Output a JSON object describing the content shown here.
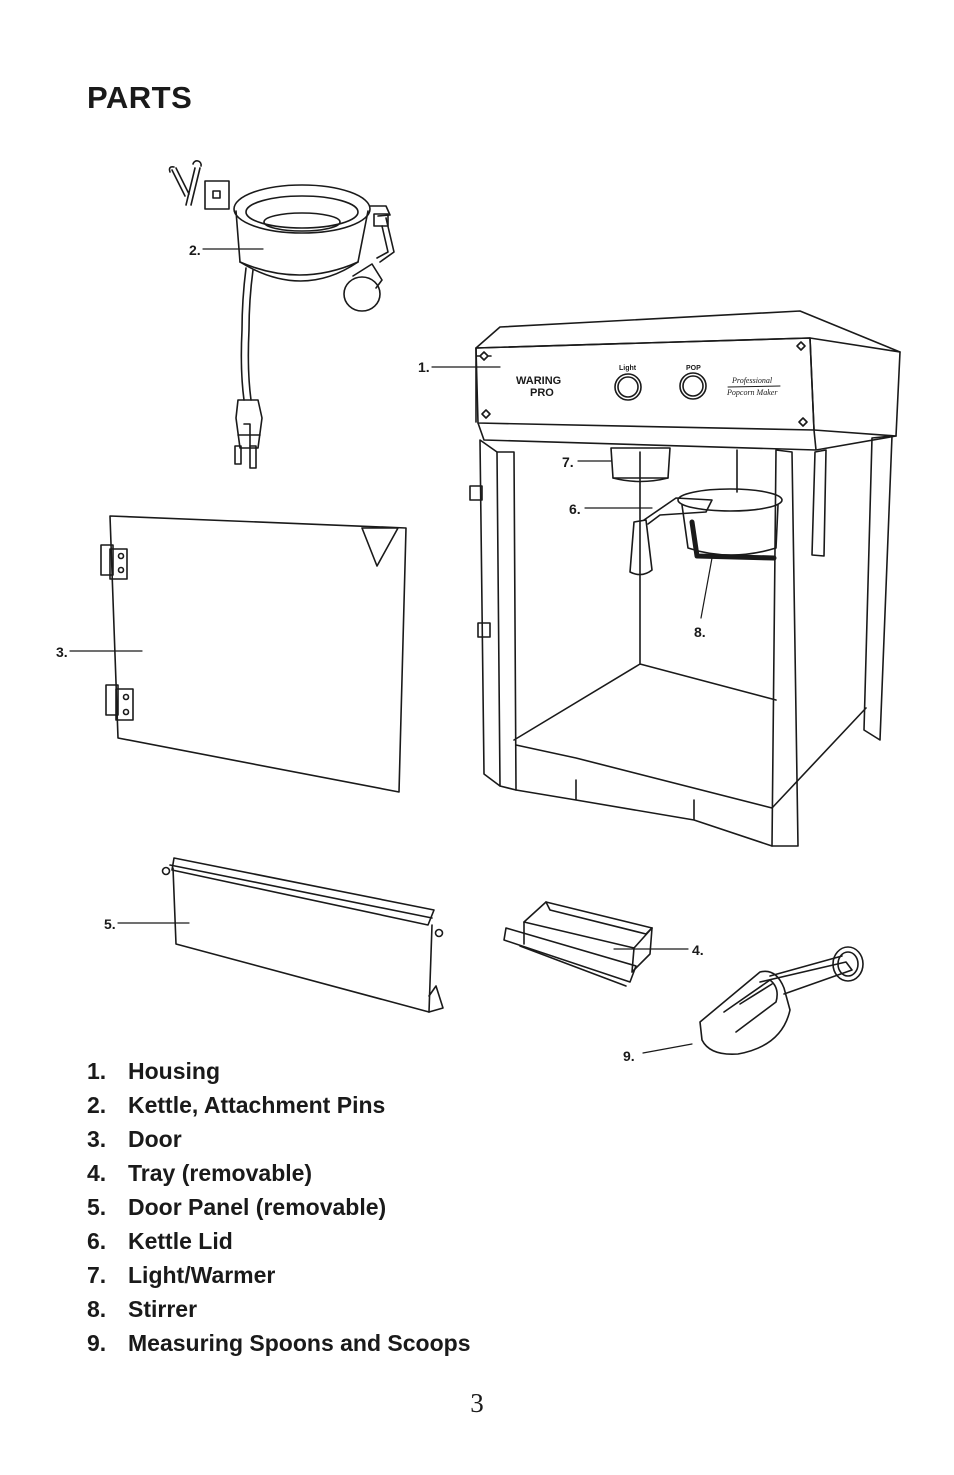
{
  "page": {
    "title": "PARTS",
    "page_number": "3"
  },
  "diagram": {
    "callouts": {
      "c1": "1.",
      "c2": "2.",
      "c3": "3.",
      "c4": "4.",
      "c5": "5.",
      "c6": "6.",
      "c7": "7.",
      "c8": "8.",
      "c9": "9."
    },
    "control_panel": {
      "brand_line1": "WARING",
      "brand_line2": "PRO",
      "light_label": "Light",
      "pop_label": "POP",
      "tagline_line1": "Professional",
      "tagline_line2": "Popcorn Maker"
    }
  },
  "parts_list": [
    {
      "number": "1.",
      "label": "Housing"
    },
    {
      "number": "2.",
      "label": "Kettle, Attachment Pins"
    },
    {
      "number": "3.",
      "label": "Door"
    },
    {
      "number": "4.",
      "label": "Tray (removable)"
    },
    {
      "number": "5.",
      "label": "Door Panel (removable)"
    },
    {
      "number": "6.",
      "label": "Kettle Lid"
    },
    {
      "number": "7.",
      "label": "Light/Warmer"
    },
    {
      "number": "8.",
      "label": "Stirrer"
    },
    {
      "number": "9.",
      "label": "Measuring Spoons and Scoops"
    }
  ]
}
